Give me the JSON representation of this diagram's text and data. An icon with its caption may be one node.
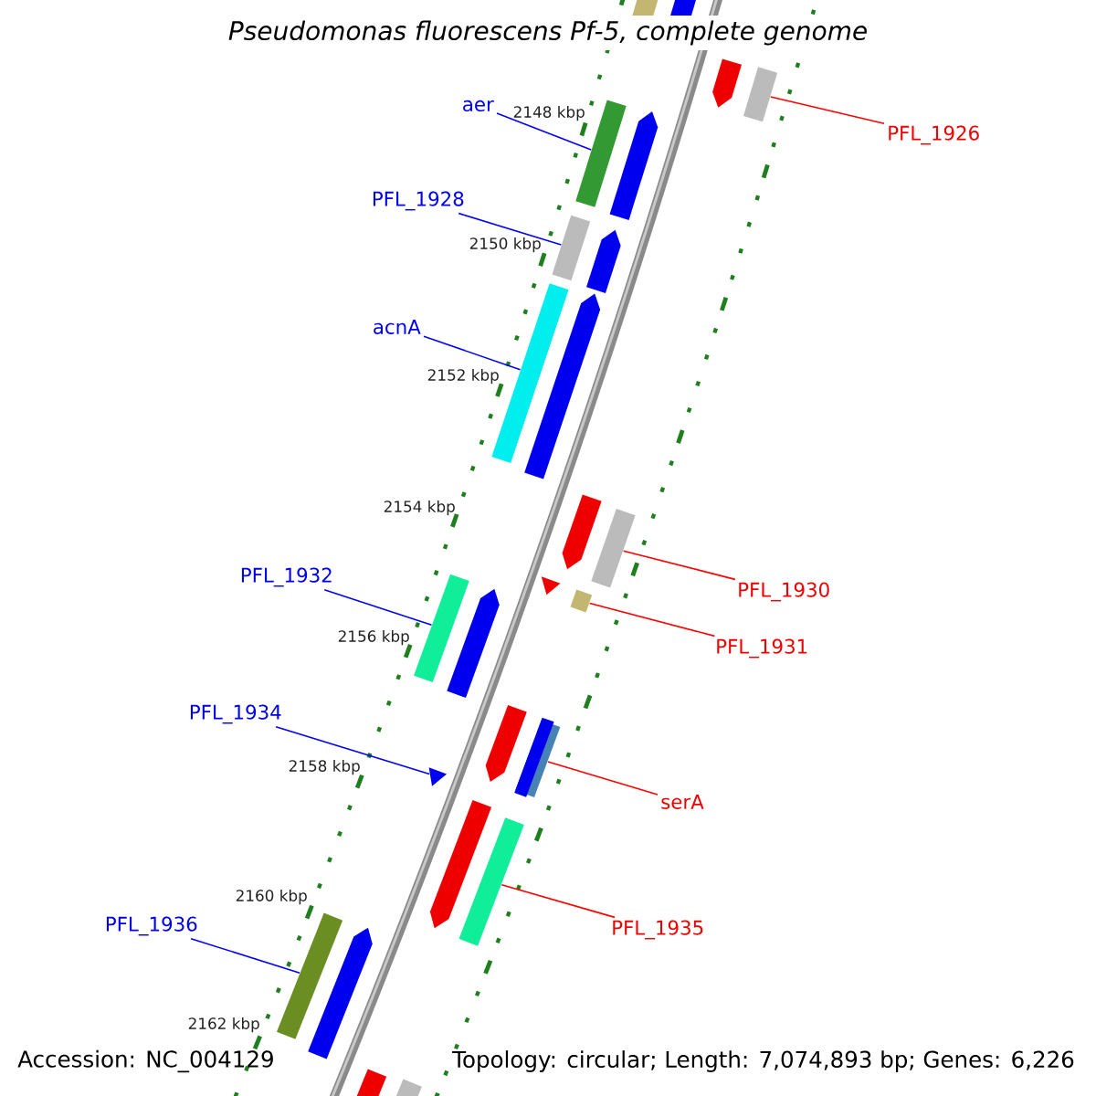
{
  "diagram": {
    "title": "Pseudomonas fluorescens Pf-5, complete genome",
    "nodes": [
      {
        "text": [
          "aer"
        ]
      },
      {
        "text": [
          "PFL_1926"
        ]
      },
      {
        "text": [
          "PFL_1928"
        ]
      },
      {
        "text": [
          "acnA"
        ]
      },
      {
        "text": [
          "PFL_1932"
        ]
      },
      {
        "text": [
          "PFL_1930"
        ]
      },
      {
        "text": [
          "PFL_1931"
        ]
      },
      {
        "text": [
          "PFL_1934"
        ]
      },
      {
        "text": [
          "serA"
        ]
      },
      {
        "text": [
          "PFL_1936"
        ]
      },
      {
        "text": [
          "PFL_1935"
        ]
      },
      {
        "text": [],
        "shape": "bar"
      },
      {
        "text": [],
        "shape": "bar"
      },
      {
        "text": [],
        "shape": "bar"
      },
      {
        "text": [],
        "shape": "bar"
      },
      {
        "text": [],
        "shape": "bar"
      },
      {
        "text": [],
        "shape": "bar"
      },
      {
        "text": [],
        "shape": "bar"
      },
      {
        "text": [],
        "shape": "bar"
      },
      {
        "text": [],
        "shape": "triangle"
      },
      {
        "text": [],
        "shape": "bar"
      },
      {
        "text": [],
        "shape": "bar"
      }
    ],
    "edges": [
      {
        "from": 0,
        "to": 12,
        "arrow": "none"
      },
      {
        "from": 1,
        "to": 11,
        "arrow": "none",
        "color": "#ff0000"
      },
      {
        "from": 2,
        "to": 13,
        "arrow": "none"
      },
      {
        "from": 3,
        "to": 14,
        "arrow": "none"
      },
      {
        "from": 4,
        "to": 17,
        "arrow": "none"
      },
      {
        "from": 5,
        "to": 15,
        "arrow": "none",
        "color": "#ff0000"
      },
      {
        "from": 6,
        "to": 16,
        "arrow": "none",
        "color": "#ff0000"
      },
      {
        "from": 7,
        "to": 19,
        "arrow": "none"
      },
      {
        "from": 8,
        "to": 18,
        "arrow": "none",
        "color": "#ff0000"
      },
      {
        "from": 9,
        "to": 21,
        "arrow": "none"
      },
      {
        "from": 10,
        "to": 20,
        "arrow": "none",
        "color": "#ff0000"
      }
    ],
    "labels": [
      "2148 kbp",
      "2150 kbp",
      "2152 kbp",
      "2154 kbp",
      "2156 kbp",
      "2158 kbp",
      "2160 kbp",
      "2162 kbp",
      "Accession: NC_004129",
      "Topology: circular; Length: 7,074,893 bp; Genes: 6,226"
    ]
  }
}
